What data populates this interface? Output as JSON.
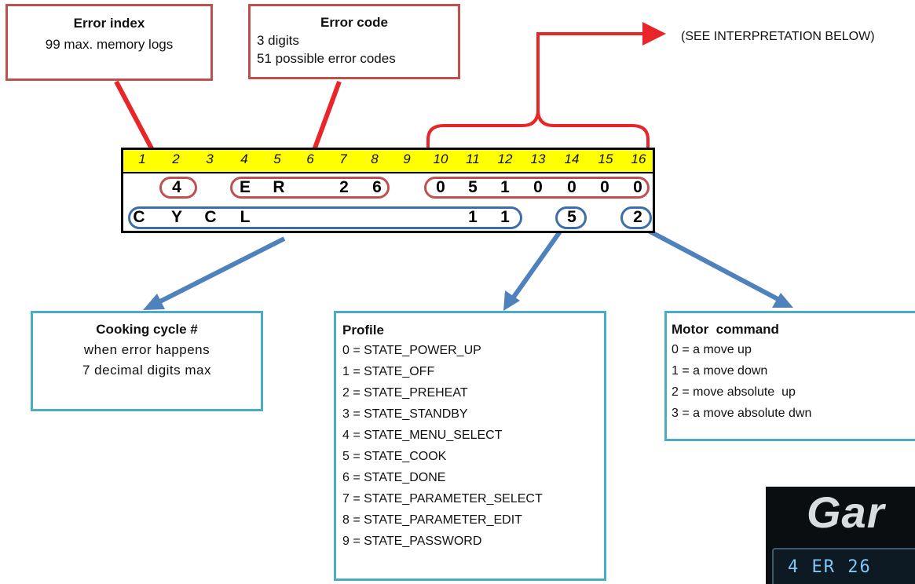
{
  "error_index_box": {
    "title": "Error index",
    "line1": "99 max. memory logs"
  },
  "error_code_box": {
    "title": "Error code",
    "line1": "3 digits",
    "line2": "51 possible error codes"
  },
  "interpretation_note": "(SEE INTERPRETATION BELOW)",
  "lcd": {
    "positions": [
      "1",
      "2",
      "3",
      "4",
      "5",
      "6",
      "7",
      "8",
      "9",
      "10",
      "11",
      "12",
      "13",
      "14",
      "15",
      "16"
    ],
    "row1": {
      "index": "4",
      "code": [
        "E",
        "R",
        "2",
        "6"
      ],
      "data": [
        "0",
        "5",
        "1",
        "0",
        "0",
        "0",
        "0"
      ]
    },
    "row2": {
      "cycle_text": [
        "C",
        "Y",
        "C",
        "L"
      ],
      "cycle_num": [
        "1",
        "1"
      ],
      "profile": "5",
      "motor": "2"
    }
  },
  "cooking_box": {
    "title": "Cooking cycle #",
    "line1": "when error happens",
    "line2": "7 decimal digits max"
  },
  "profile_box": {
    "title": "Profile",
    "items": [
      "0 = STATE_POWER_UP",
      "1 = STATE_OFF",
      "2 = STATE_PREHEAT",
      "3 = STATE_STANDBY",
      "4 = STATE_MENU_SELECT",
      "5 = STATE_COOK",
      "6 = STATE_DONE",
      "7 = STATE_PARAMETER_SELECT",
      "8 = STATE_PARAMETER_EDIT",
      "9 = STATE_PASSWORD"
    ]
  },
  "motor_box": {
    "title": "Motor  command",
    "items": [
      "0 = a move up",
      "1 = a move down",
      "2 = move absolute  up",
      "3 = a move absolute dwn"
    ]
  },
  "photo": {
    "logo_text": "Gar",
    "display_text": "4 ER 26"
  },
  "colors": {
    "red": "#c0504d",
    "arrow_red": "#e8262a",
    "blue": "#4f81bd",
    "teal": "#4bacc6",
    "yellow": "#ffff00",
    "steel_blue": "#3e6ea8"
  }
}
